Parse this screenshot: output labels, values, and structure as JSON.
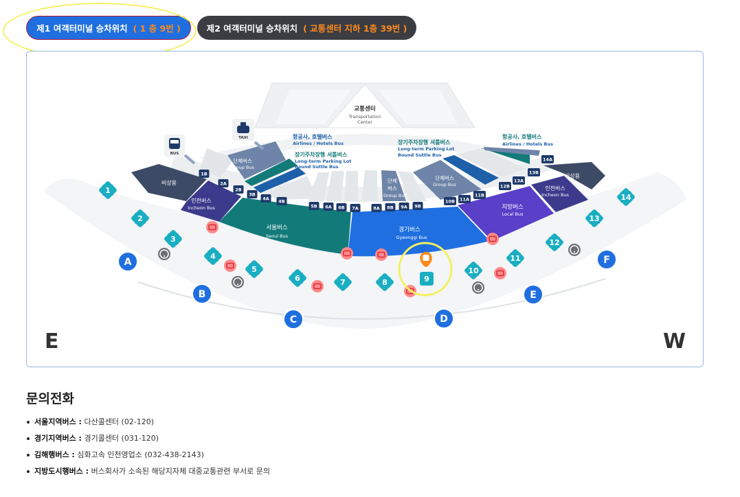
{
  "tabs": [
    {
      "label": "제1 여객터미널 승차위치",
      "highlight": "( 1 층 9번 )",
      "active": true
    },
    {
      "label": "제2 여객터미널 승차위치",
      "highlight": "( 교통센터 지하 1층 39번 )",
      "active": false
    }
  ],
  "map": {
    "center": {
      "ko": "교통센터",
      "en1": "Transportation",
      "en2": "Center"
    },
    "icons": {
      "bus": "BUS",
      "taxi": "TAXI"
    },
    "callouts": {
      "airline_left_ko": "항공사, 호텔버스",
      "airline_left_en": "Airlines / Hotels Bus",
      "longterm_left_ko": "장기주차장행 셔틀버스",
      "longterm_left_en1": "Long-term Parking Lot",
      "longterm_left_en2": "Bound Suttle Bus",
      "longterm_right_ko": "장기주차장행 셔틀버스",
      "longterm_right_en1": "Long-term Parking Lot",
      "longterm_right_en2": "Bound Suttle Bus",
      "airline_right_ko": "항공사, 호텔버스",
      "airline_right_en": "Airlines / Hotels Bus"
    },
    "zones": {
      "group_left_ko": "단체버스",
      "group_left_en": "Group Bus",
      "spare_left": "비상용",
      "incheon_left_ko": "인천버스",
      "incheon_left_en": "Incheon Bus",
      "seoul_ko": "서울버스",
      "seoul_en": "Seoul Bus",
      "group_mid_ko1": "단체",
      "group_mid_ko2": "버스",
      "group_mid_en": "Group Bus",
      "gyeonggi_ko": "경기버스",
      "gyeonggi_en": "Gyeonggi Bus",
      "group_right_ko": "단체버스",
      "group_right_en": "Group Bus",
      "local_ko": "지방버스",
      "local_en": "Local Bus",
      "incheon_right_ko": "인천버스",
      "incheon_right_en": "Incheon Bus",
      "spare_right": "비상용"
    },
    "stops": [
      "1B",
      "2A",
      "2B",
      "3B",
      "4A",
      "4B",
      "5B",
      "6A",
      "6B",
      "7A",
      "8A",
      "8B",
      "9A",
      "9B",
      "10B",
      "11A",
      "11B",
      "12B",
      "13A",
      "13B",
      "14A"
    ],
    "platforms": [
      "1",
      "2",
      "3",
      "4",
      "5",
      "6",
      "7",
      "8",
      "9",
      "10",
      "11",
      "12",
      "13",
      "14"
    ],
    "selected_platform": "9",
    "gates": [
      "A",
      "B",
      "C",
      "D",
      "E",
      "F"
    ],
    "compass": {
      "left": "E",
      "right": "W"
    },
    "colors": {
      "seoul": "#137a7a",
      "gyeonggi": "#1f6fe0",
      "local": "#5a3fc8",
      "incheon": "#3b3a8c",
      "spare": "#3c4a66",
      "teal": "#1aaec2",
      "gate": "#1f6fe0",
      "accent": "#ff8a1e",
      "highlight_ring": "#f4f062"
    }
  },
  "contact": {
    "title": "문의전화",
    "items": [
      {
        "label": "서울지역버스 :",
        "text": "다산콜센터 (02-120)"
      },
      {
        "label": "경기지역버스 :",
        "text": "경기콜센터 (031-120)"
      },
      {
        "label": "김해행버스 :",
        "text": "심화고속 인천영업소 (032-438-2143)"
      },
      {
        "label": "지방도시행버스 :",
        "text": "버스회사가 소속된 해당지자체 대중교통관련 부서로 문의"
      }
    ]
  }
}
